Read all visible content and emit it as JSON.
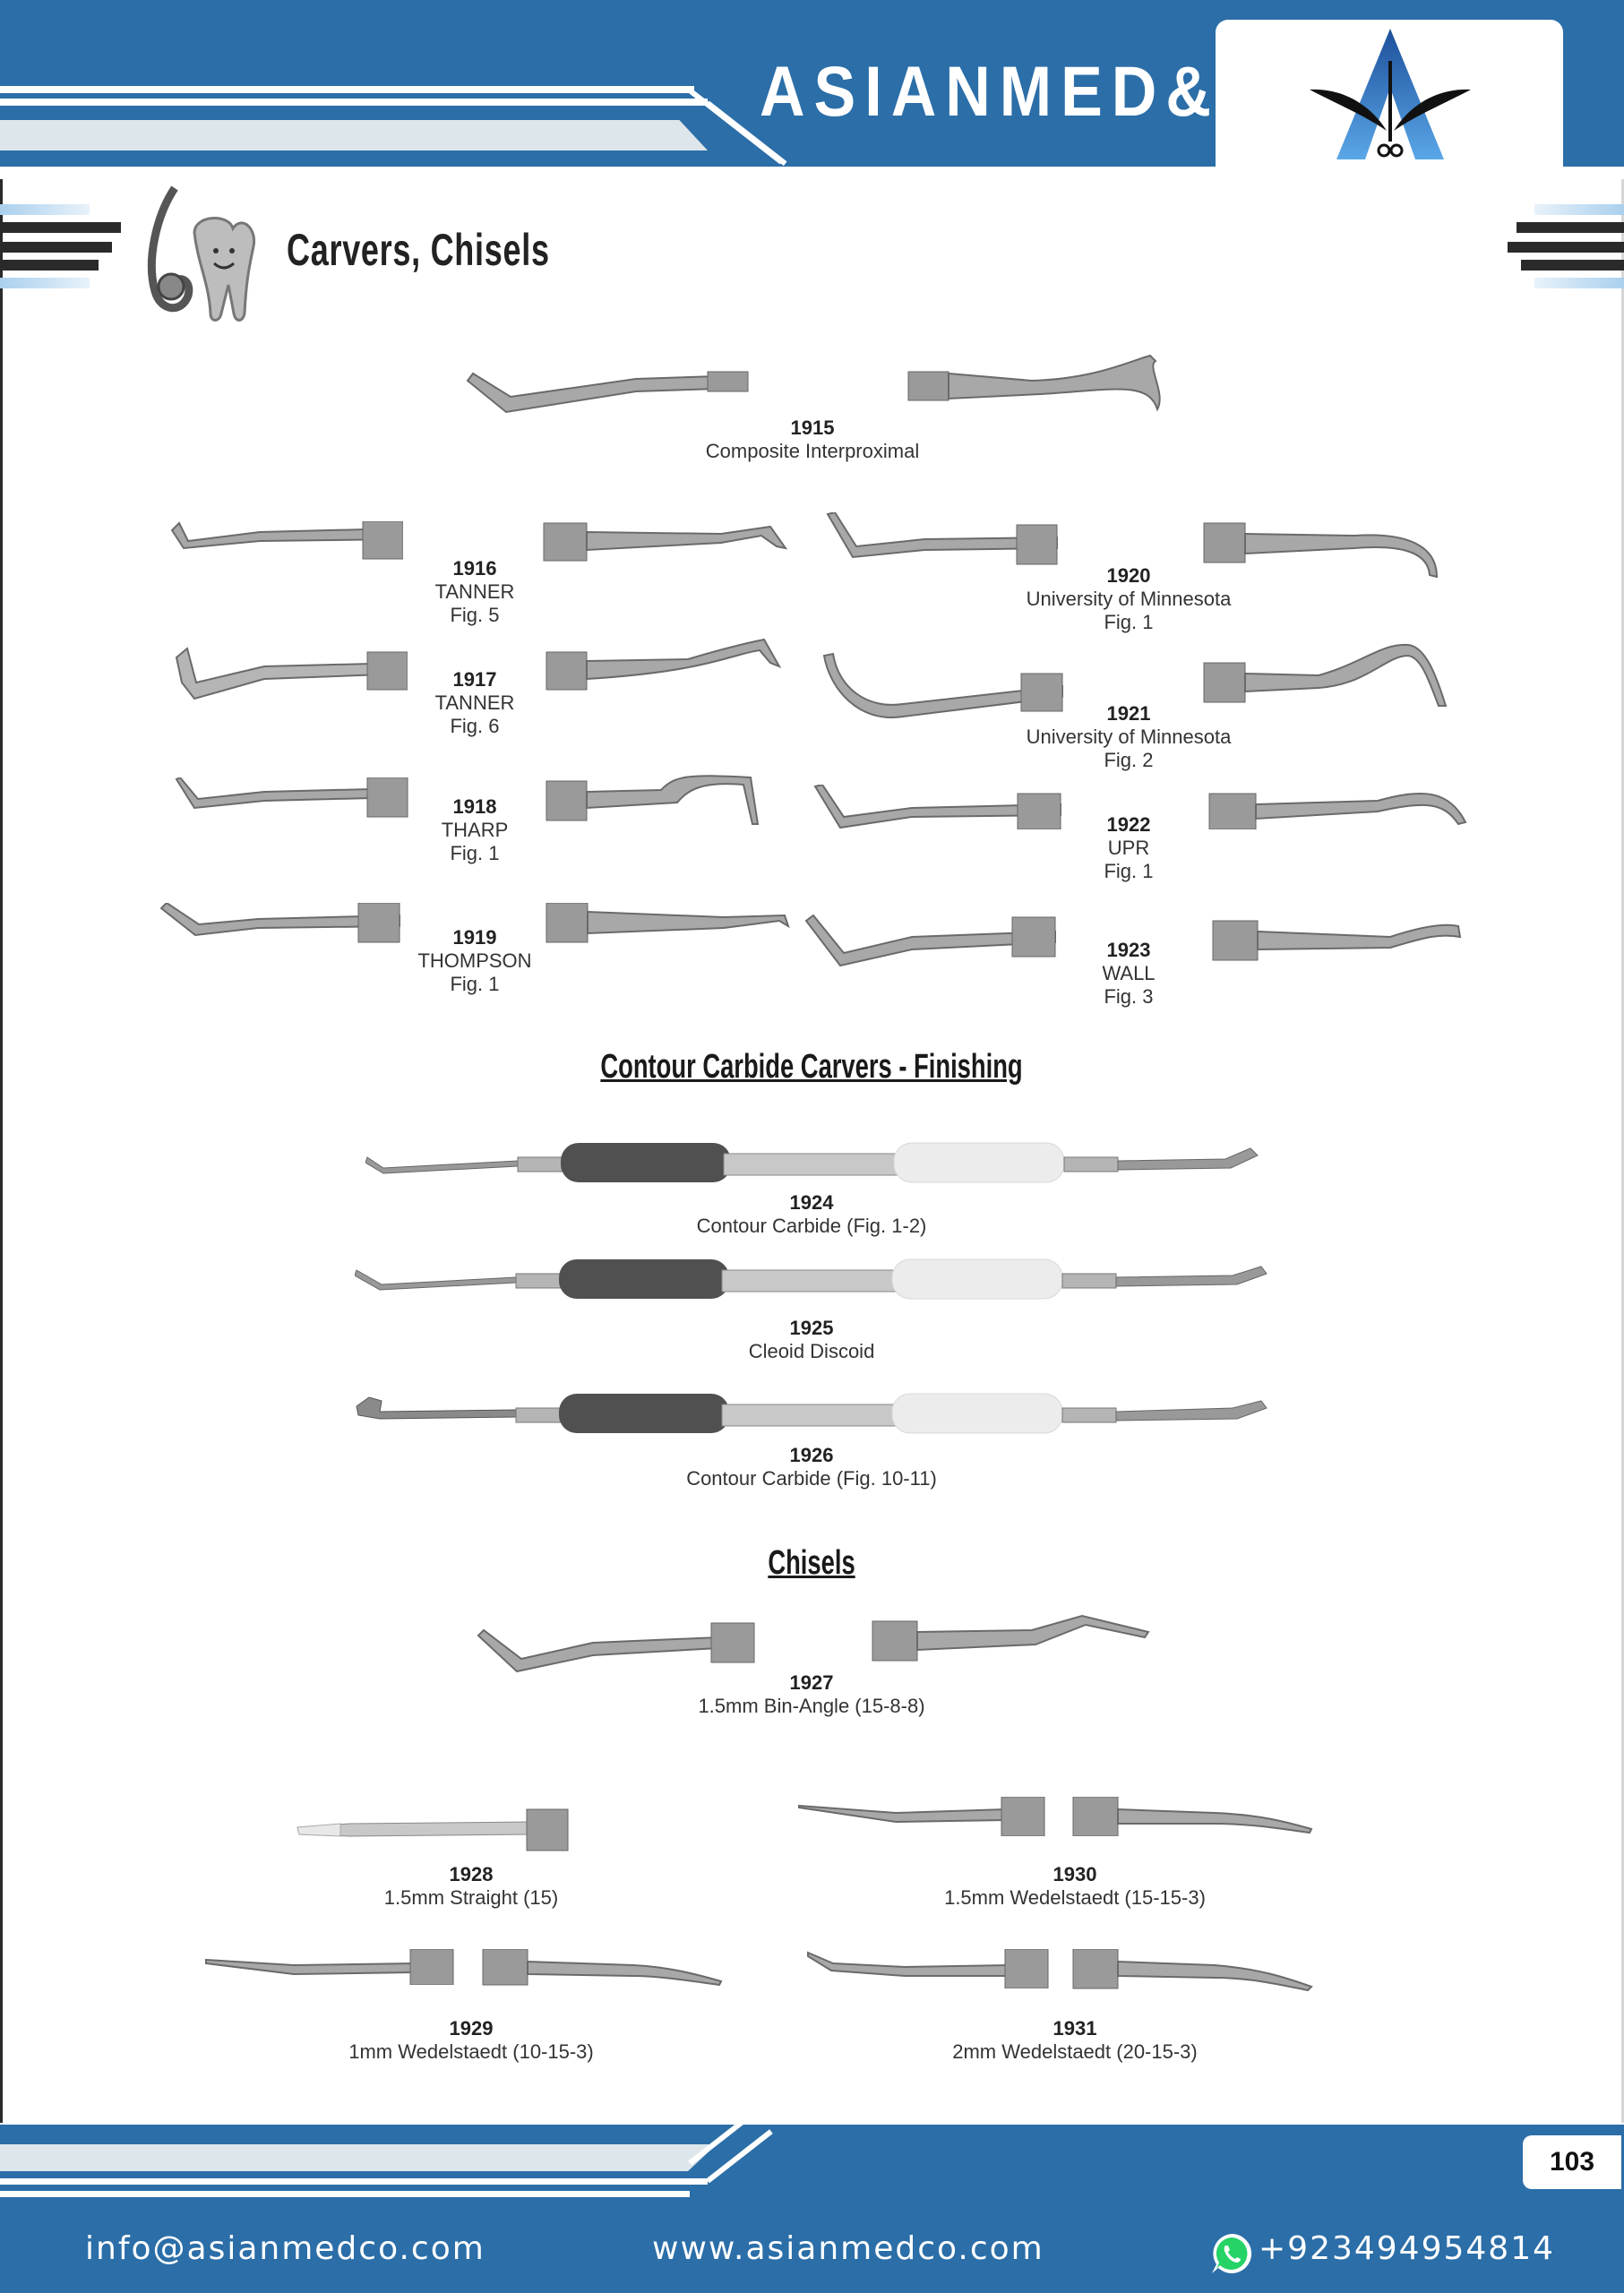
{
  "header": {
    "brand": "ASIANMED&CO",
    "logo": "asianmedco-logo-icon"
  },
  "page": {
    "title": "Carvers, Chisels",
    "number": "103",
    "section_icon": "dental-tooth-icon"
  },
  "products_top": [
    {
      "code": "1915",
      "name": "Composite Interproximal",
      "fig": ""
    },
    {
      "code": "1916",
      "name": "TANNER",
      "fig": "Fig. 5"
    },
    {
      "code": "1917",
      "name": "TANNER",
      "fig": "Fig. 6"
    },
    {
      "code": "1918",
      "name": "THARP",
      "fig": "Fig. 1"
    },
    {
      "code": "1919",
      "name": "THOMPSON",
      "fig": "Fig. 1"
    },
    {
      "code": "1920",
      "name": "University of Minnesota",
      "fig": "Fig. 1"
    },
    {
      "code": "1921",
      "name": "University of Minnesota",
      "fig": "Fig. 2"
    },
    {
      "code": "1922",
      "name": "UPR",
      "fig": "Fig. 1"
    },
    {
      "code": "1923",
      "name": "WALL",
      "fig": "Fig. 3"
    }
  ],
  "contour_section": {
    "heading": "Contour Carbide Carvers - Finishing",
    "products": [
      {
        "code": "1924",
        "name": "Contour Carbide (Fig. 1-2)"
      },
      {
        "code": "1925",
        "name": "Cleoid Discoid"
      },
      {
        "code": "1926",
        "name": "Contour Carbide (Fig. 10-11)"
      }
    ]
  },
  "chisels_section": {
    "heading": "Chisels",
    "products": [
      {
        "code": "1927",
        "name": "1.5mm Bin-Angle (15-8-8)"
      },
      {
        "code": "1928",
        "name": "1.5mm Straight (15)"
      },
      {
        "code": "1929",
        "name": "1mm Wedelstaedt (10-15-3)"
      },
      {
        "code": "1930",
        "name": "1.5mm Wedelstaedt (15-15-3)"
      },
      {
        "code": "1931",
        "name": "2mm Wedelstaedt (20-15-3)"
      }
    ]
  },
  "footer": {
    "email": "info@asianmedco.com",
    "website": "www.asianmedco.com",
    "phone": "+923494954814",
    "phone_icon": "whatsapp-icon"
  },
  "colors": {
    "brand_blue": "#2b6ea8",
    "stripe_grey": "#dde6ea"
  }
}
